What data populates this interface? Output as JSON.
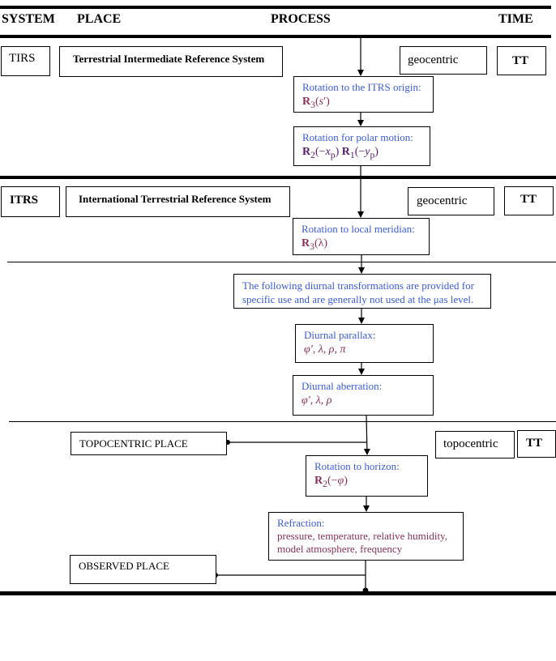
{
  "header": {
    "system": "SYSTEM",
    "place": "PLACE",
    "process": "PROCESS",
    "time": "TIME"
  },
  "tirs": {
    "system": "TIRS",
    "place": "Terrestrial Intermediate Reference System",
    "frame": "geocentric",
    "time": "TT"
  },
  "itrs": {
    "system": "ITRS",
    "place": "International Terrestrial Reference System",
    "frame": "geocentric",
    "time": "TT"
  },
  "process": {
    "itrs_origin": {
      "title": "Rotation to the ITRS origin:",
      "formula": "R3(s')"
    },
    "polar_motion": {
      "title": "Rotation for polar motion:",
      "formula": "R2(−xp) R1(−yp)"
    },
    "local_meridian": {
      "title": "Rotation to local meridian:",
      "formula": "R3(λ)"
    },
    "diurnal_note": "The following diurnal transformations are provided for specific use and are generally not used at the μas level.",
    "diurnal_parallax": {
      "title": "Diurnal parallax:",
      "params": "φ', λ, ρ, π"
    },
    "diurnal_aberration": {
      "title": "Diurnal aberration:",
      "params": "φ', λ, ρ"
    },
    "horizon": {
      "title": "Rotation to horizon:",
      "formula": "R2(−φ)"
    },
    "refraction": {
      "title": "Refraction:",
      "params": "pressure, temperature, relative humidity, model atmosphere, frequency"
    }
  },
  "places": {
    "topocentric_place": "TOPOCENTRIC PLACE",
    "observed_place": "OBSERVED PLACE",
    "topocentric_frame": "topocentric",
    "topocentric_time": "TT"
  }
}
